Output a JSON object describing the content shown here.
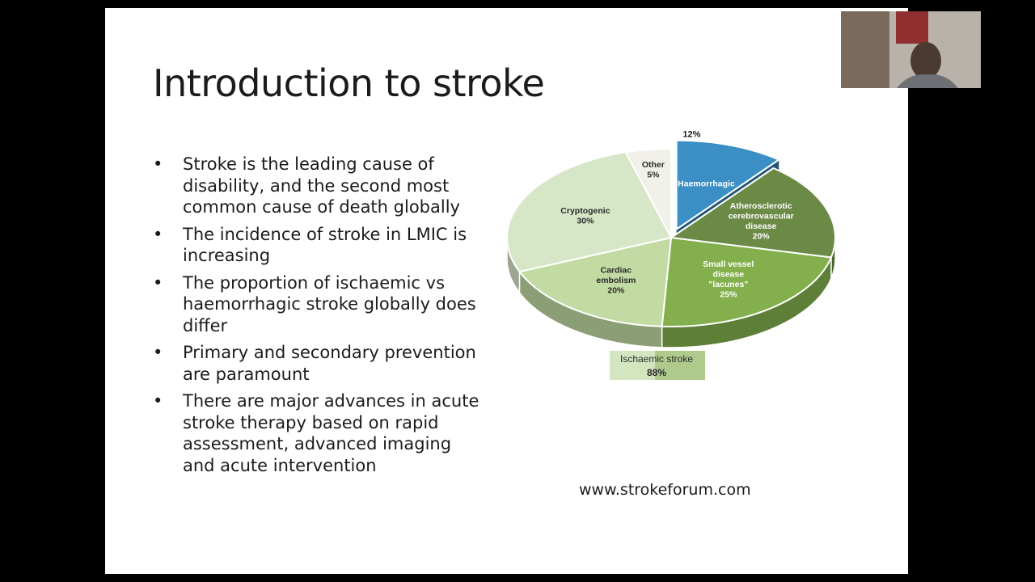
{
  "slide": {
    "title": "Introduction to stroke",
    "bullets": [
      "Stroke is the leading cause of disability, and the second most common cause of death globally",
      "The incidence of stroke in LMIC is increasing",
      "The proportion of ischaemic vs haemorrhagic stroke globally does differ",
      "Primary and secondary prevention are paramount",
      "There are major advances in acute stroke therapy based on rapid assessment, advanced imaging and acute intervention"
    ],
    "source": "www.strokeforum.com"
  },
  "chart_data": {
    "type": "pie",
    "slices": [
      {
        "lines": [
          "Haemorrhagic"
        ],
        "pct_label": "12%",
        "value": 12,
        "color": "#3b8fc4",
        "exploded": true
      },
      {
        "lines": [
          "Atherosclerotic",
          "cerebrovascular",
          "disease"
        ],
        "pct_label": "20%",
        "value": 20,
        "color": "#6b8a46"
      },
      {
        "lines": [
          "Small vessel",
          "disease",
          "\"lacunes\""
        ],
        "pct_label": "25%",
        "value": 25,
        "color": "#83b04c"
      },
      {
        "lines": [
          "Cardiac",
          "embolism"
        ],
        "pct_label": "20%",
        "value": 20,
        "color": "#c2dba2"
      },
      {
        "lines": [
          "Cryptogenic"
        ],
        "pct_label": "30%",
        "value": 30,
        "color": "#d8e6c8"
      },
      {
        "lines": [
          "Other"
        ],
        "pct_label": "5%",
        "value": 5,
        "color": "#f1f1ea"
      }
    ],
    "group_label": {
      "text": "Ischaemic stroke",
      "pct_label": "88%"
    }
  },
  "colors": {
    "background": "#000000",
    "slide": "#ffffff",
    "text": "#1b1b1b"
  },
  "icons": {
    "webcam": "presenter-video-thumbnail"
  }
}
